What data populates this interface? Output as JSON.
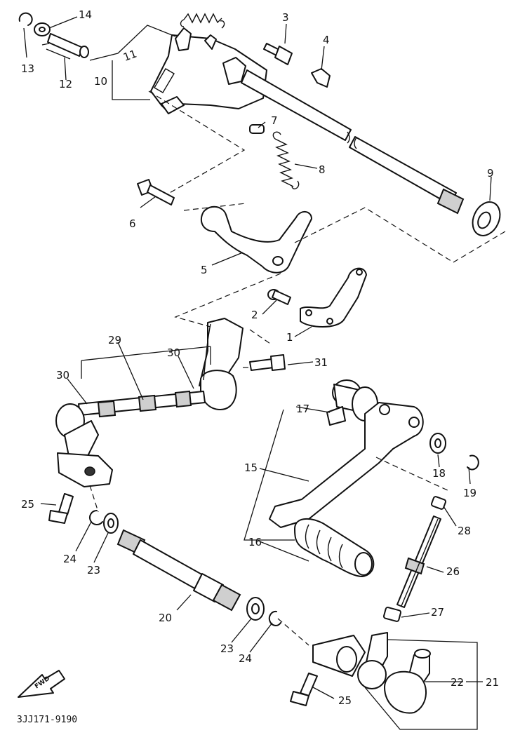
{
  "diagram": {
    "code": "3JJ171-9190",
    "fwd_label": "FWD",
    "labels": {
      "p1": "1",
      "p2": "2",
      "p3": "3",
      "p4": "4",
      "p5": "5",
      "p6": "6",
      "p7": "7",
      "p8": "8",
      "p9": "9",
      "p10": "10",
      "p11": "11",
      "p12": "12",
      "p13": "13",
      "p14": "14",
      "p15": "15",
      "p16": "16",
      "p17": "17",
      "p18": "18",
      "p19": "19",
      "p20": "20",
      "p21": "21",
      "p22": "22",
      "p23a": "23",
      "p23b": "23",
      "p24a": "24",
      "p24b": "24",
      "p25a": "25",
      "p25b": "25",
      "p26": "26",
      "p27": "27",
      "p28": "28",
      "p29": "29",
      "p30a": "30",
      "p30b": "30",
      "p31": "31"
    }
  }
}
